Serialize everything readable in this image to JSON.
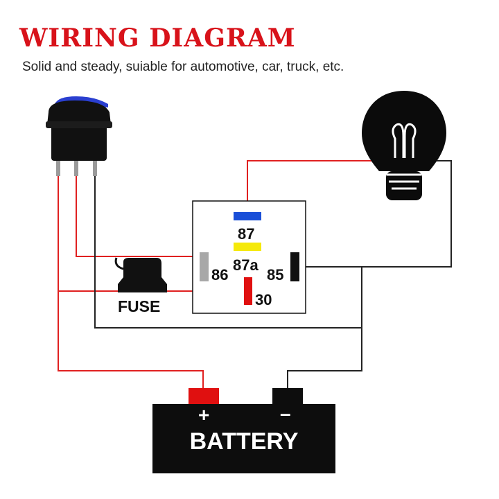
{
  "header": {
    "title": "WIRING DIAGRAM",
    "subtitle": "Solid and steady, suiable for automotive, car, truck, etc."
  },
  "relay": {
    "pin_87": "87",
    "pin_87a": "87a",
    "pin_86": "86",
    "pin_85": "85",
    "pin_30": "30"
  },
  "fuse": {
    "label": "FUSE"
  },
  "battery": {
    "label": "BATTERY",
    "positive_symbol": "+",
    "negative_symbol": "–"
  },
  "colors": {
    "title": "#d8121a",
    "wire_red": "#e02020",
    "wire_black": "#222222",
    "pin_87": "#1a4fd8",
    "pin_87a": "#f5e90a",
    "pin_86": "#a8a8a8",
    "pin_85": "#111111",
    "pin_30": "#e01010",
    "battery_body": "#0d0d0d",
    "switch_led": "#2a3fd0"
  }
}
